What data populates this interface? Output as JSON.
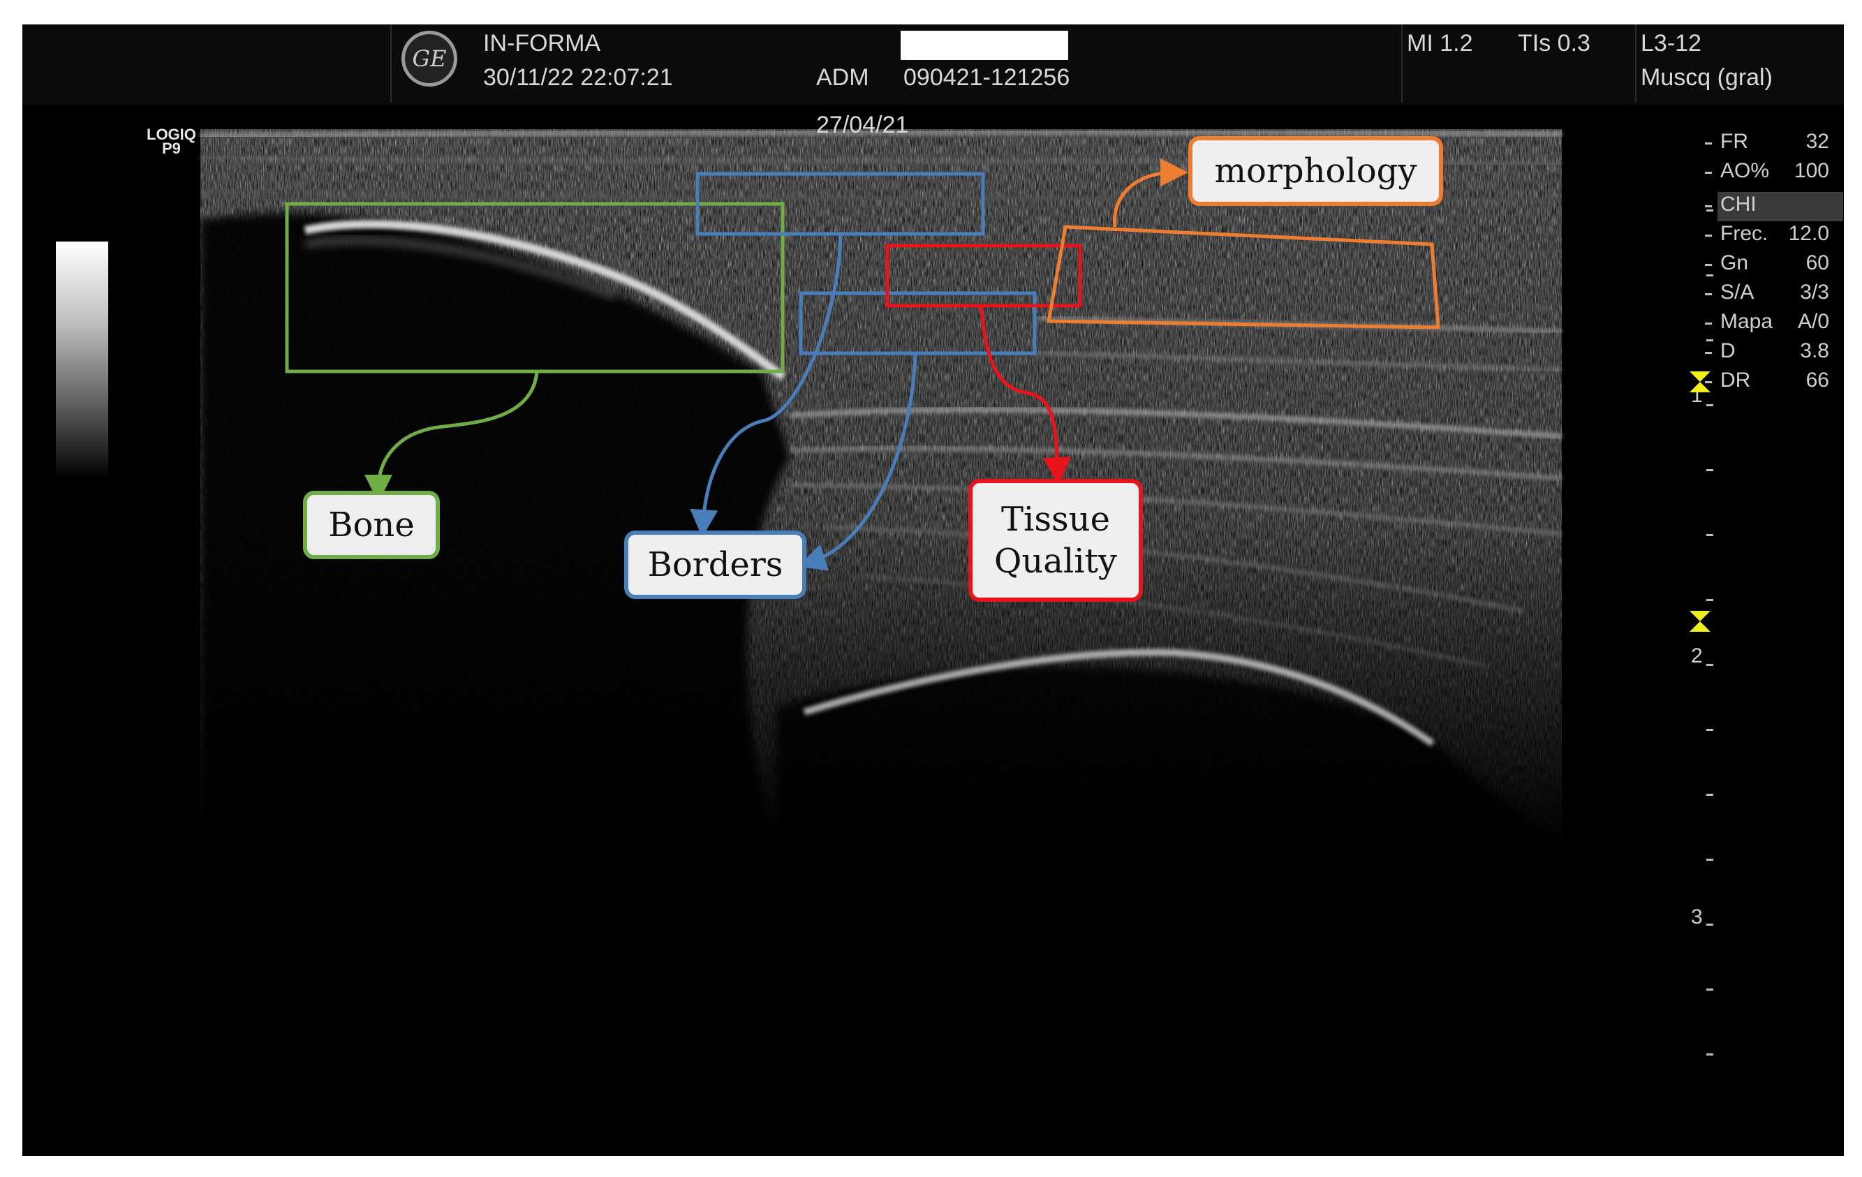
{
  "header": {
    "institution": "IN-FORMA",
    "datetime": "30/11/22 22:07:21",
    "operator": "ADM",
    "patient_id": "090421-121256",
    "exam_date": "27/04/21",
    "mi": "MI 1.2",
    "tis": "TIs 0.3",
    "probe": "L3-12",
    "preset": "Muscq (gral)",
    "logo_text": "GE"
  },
  "device": {
    "model_line1": "LOGIQ",
    "model_line2": "P9"
  },
  "params": [
    {
      "name": "FR",
      "value": "32"
    },
    {
      "name": "AO%",
      "value": "100"
    },
    {
      "name": "CHI",
      "value": ""
    },
    {
      "name": "Frec.",
      "value": "12.0"
    },
    {
      "name": "Gn",
      "value": "60"
    },
    {
      "name": "S/A",
      "value": "3/3"
    },
    {
      "name": "Mapa",
      "value": "A/0"
    },
    {
      "name": "D",
      "value": "3.8"
    },
    {
      "name": "DR",
      "value": "66"
    }
  ],
  "depth_scale": [
    "1",
    "2",
    "3"
  ],
  "annotations": {
    "bone": "Bone",
    "borders": "Borders",
    "tissue_quality_line1": "Tissue",
    "tissue_quality_line2": "Quality",
    "morphology": "morphology"
  },
  "colors": {
    "bone": "#70ad47",
    "borders": "#4a7ebb",
    "tissue_quality": "#e8131b",
    "morphology": "#ed7d31",
    "focus_marker": "#f2ef1c"
  },
  "icons": [
    "ge-logo-icon",
    "focus-marker-icon"
  ]
}
